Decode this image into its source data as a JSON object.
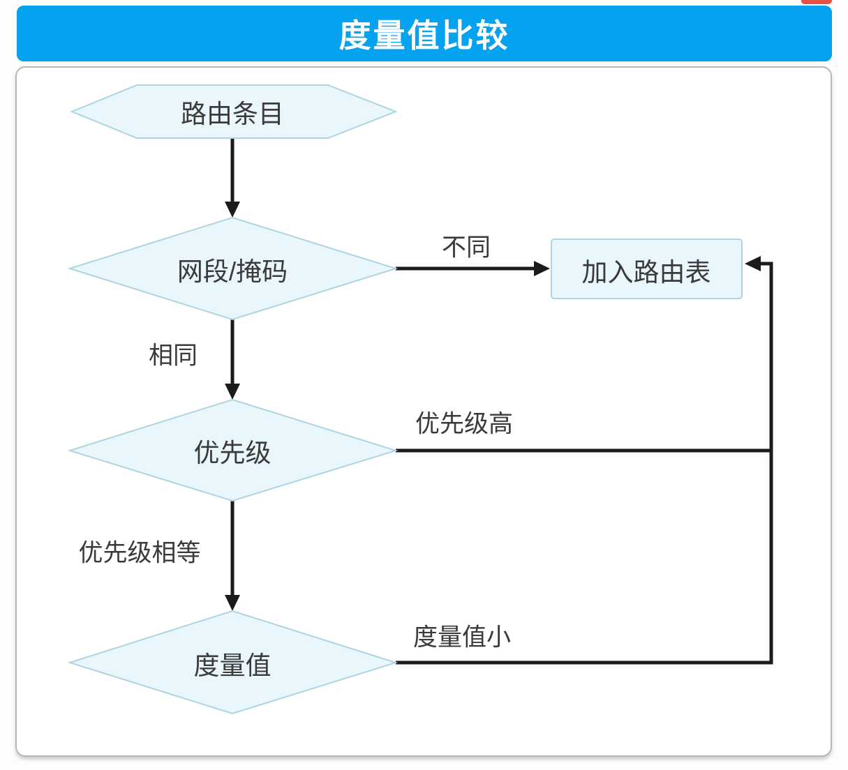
{
  "title_bar": {
    "title": "度量值比较",
    "bg_color": "#05a2ef",
    "text_color": "#ffffff"
  },
  "top_right_fragment": {
    "color": "#e8504a"
  },
  "flowchart": {
    "nodes": [
      {
        "id": "route-entry",
        "type": "hexagon",
        "label": "路由条目"
      },
      {
        "id": "net-mask",
        "type": "diamond",
        "label": "网段/掩码"
      },
      {
        "id": "priority",
        "type": "diamond",
        "label": "优先级"
      },
      {
        "id": "metric",
        "type": "diamond",
        "label": "度量值"
      },
      {
        "id": "add-route-table",
        "type": "rectangle",
        "label": "加入路由表"
      }
    ],
    "edge_labels": [
      {
        "id": "different",
        "label": "不同",
        "from": "net-mask",
        "to": "add-route-table"
      },
      {
        "id": "same",
        "label": "相同",
        "from": "net-mask",
        "to": "priority"
      },
      {
        "id": "priority-high",
        "label": "优先级高",
        "from": "priority",
        "to": "add-route-table"
      },
      {
        "id": "priority-equal",
        "label": "优先级相等",
        "from": "priority",
        "to": "metric"
      },
      {
        "id": "metric-small",
        "label": "度量值小",
        "from": "metric",
        "to": "add-route-table"
      }
    ],
    "colors": {
      "node_fill": "#e9f6fb",
      "node_border": "#aed4e4",
      "connector": "#1b1b1b",
      "text": "#3a3a3a"
    }
  }
}
